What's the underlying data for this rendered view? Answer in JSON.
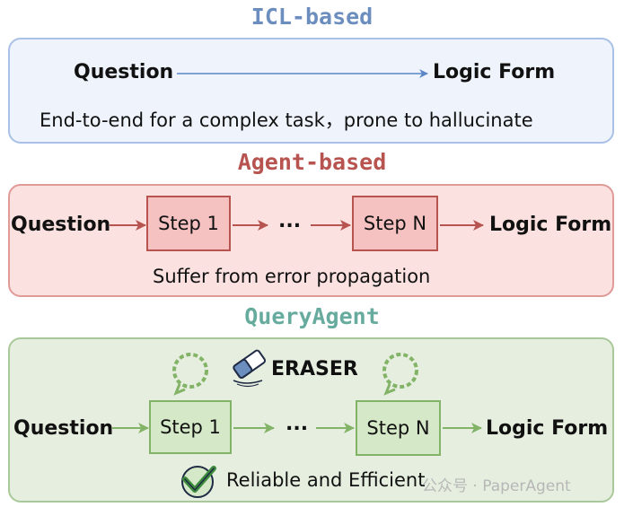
{
  "icl": {
    "title": "ICL-based",
    "question": "Question",
    "logic_form": "Logic Form",
    "caption": "End-to-end for a complex task，prone to hallucinate",
    "color": "#6c8ebf",
    "fill": "#eef3fc"
  },
  "agent": {
    "title": "Agent-based",
    "question": "Question",
    "step1": "Step 1",
    "dots": "...",
    "stepN": "Step N",
    "logic_form": "Logic Form",
    "caption": "Suffer from error propagation",
    "color": "#b85450",
    "fill": "#fbe2e1"
  },
  "query": {
    "title": "QueryAgent",
    "eraser": "ERASER",
    "question": "Question",
    "step1": "Step 1",
    "dots": "...",
    "stepN": "Step N",
    "logic_form": "Logic Form",
    "caption": "Reliable and Efficient",
    "color": "#82b366",
    "fill": "#e6efdf"
  },
  "watermark": "公众号 · PaperAgent"
}
